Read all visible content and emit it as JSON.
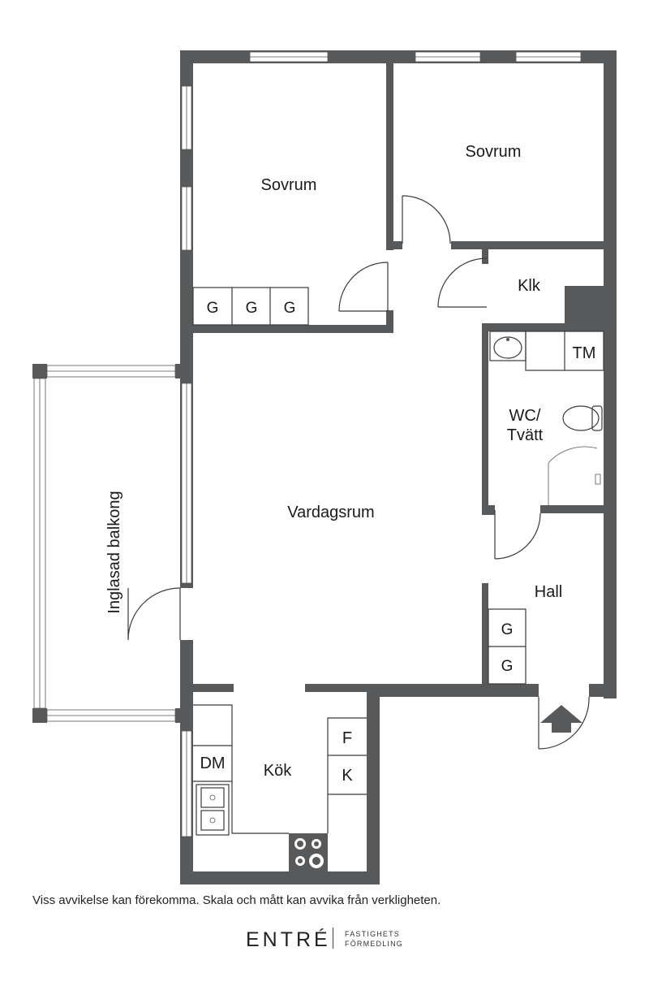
{
  "rooms": {
    "sovrum_1": "Sovrum",
    "sovrum_2": "Sovrum",
    "klk": "Klk",
    "tm": "TM",
    "wc_line1": "WC/",
    "wc_line2": "Tvätt",
    "vardagsrum": "Vardagsrum",
    "balkong": "Inglasad balkong",
    "hall": "Hall",
    "kok": "Kök",
    "dm": "DM",
    "fridge": "F",
    "freezer": "K"
  },
  "wardrobes": {
    "sovrum_1": [
      "G",
      "G",
      "G"
    ],
    "hall": [
      "G",
      "G"
    ]
  },
  "disclaimer": "Viss avvikelse kan förekomma. Skala och mått kan avvika från verkligheten.",
  "brand": {
    "name": "ENTRÉ",
    "line1": "FASTIGHETS",
    "line2": "FÖRMEDLING"
  },
  "colors": {
    "wall": "#58595b",
    "background": "#ffffff",
    "text": "#1a1a1a"
  },
  "icons": [
    "entrance-arrow-icon",
    "sink-icon",
    "toilet-icon",
    "stove-icon",
    "kitchen-sink-icon"
  ]
}
